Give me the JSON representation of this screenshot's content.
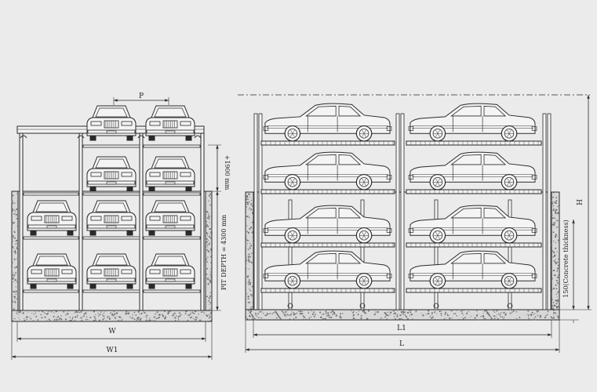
{
  "background": "#ebebeb",
  "line_color": "#2a2a2a",
  "car_fill": "#f4f4f4",
  "concrete_fill": "#d8d8d8",
  "front_view": {
    "label_p": "P",
    "label_pit_depth": "PIT DEPTH = 4300 mm",
    "label_level_height": "+1900 mm",
    "label_w": "W",
    "label_w1": "W1"
  },
  "side_view": {
    "label_h": "H",
    "label_concrete": "150(Concrete thickness)",
    "label_l1": "L1",
    "label_l": "L"
  }
}
